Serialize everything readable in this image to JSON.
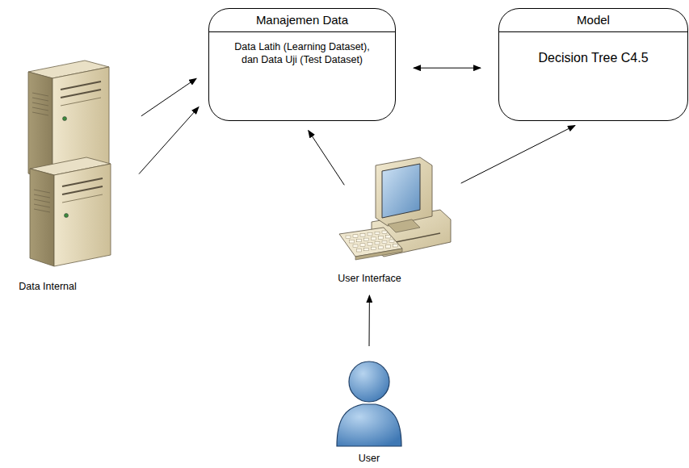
{
  "diagram": {
    "nodes": [
      {
        "text": [
          "Manajemen Data",
          "Data Latih (Learning Dataset), dan Data Uji (Test Dataset)"
        ]
      },
      {
        "text": [
          "Model",
          "Decision Tree C4.5"
        ]
      },
      {
        "text": [
          "Data Internal"
        ]
      },
      {
        "text": [
          "User Interface"
        ]
      },
      {
        "text": [
          "User"
        ]
      }
    ],
    "edges": [
      {
        "from": 2,
        "to": 0,
        "arrow": "to"
      },
      {
        "from": 2,
        "to": 0,
        "arrow": "to"
      },
      {
        "from": 0,
        "to": 1,
        "arrow": "both"
      },
      {
        "from": 3,
        "to": 0,
        "arrow": "to"
      },
      {
        "from": 3,
        "to": 1,
        "arrow": "to"
      },
      {
        "from": 4,
        "to": 3,
        "arrow": "to"
      }
    ]
  }
}
